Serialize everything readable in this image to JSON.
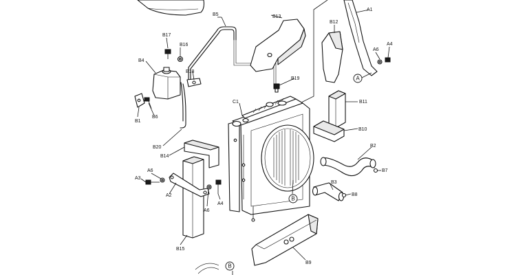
{
  "labels": {
    "A1": "A1",
    "A2": "A2",
    "A3": "A3",
    "A4a": "A4",
    "A4b": "A4",
    "A6a": "A6",
    "A6b": "A6",
    "A6c": "A6",
    "B1": "B1",
    "B2": "B2",
    "B3": "B3",
    "B4": "B4",
    "B5": "B5",
    "B6": "B6",
    "B7": "B7",
    "B8": "B8",
    "B9": "B9",
    "B10": "B10",
    "B11": "B11",
    "B12": "B12",
    "B13": "B13",
    "B14": "B14",
    "B15": "B15",
    "B16": "B16",
    "B17": "B17",
    "B18": "B18",
    "B19": "B19",
    "B20": "B20",
    "C1": "C1"
  },
  "callouts": {
    "A_top": "A",
    "B_mid": "B",
    "B_bottom": "B"
  }
}
